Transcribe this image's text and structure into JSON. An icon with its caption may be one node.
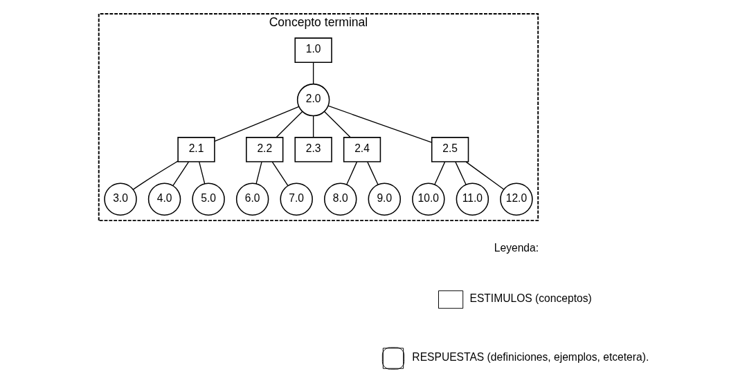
{
  "diagram": {
    "nodes": [
      {
        "text": [
          "Concepto terminal"
        ]
      },
      {
        "text": [
          "1.0"
        ],
        "in": 0
      },
      {
        "text": [
          "2.0"
        ],
        "in": 0
      },
      {
        "text": [
          "2.1"
        ],
        "in": 0
      },
      {
        "text": [
          "2.2"
        ],
        "in": 0
      },
      {
        "text": [
          "2.3"
        ],
        "in": 0
      },
      {
        "text": [
          "2.4"
        ],
        "in": 0
      },
      {
        "text": [
          "2.5"
        ],
        "in": 0
      },
      {
        "text": [
          "3.0"
        ],
        "in": 0
      },
      {
        "text": [
          "4.0"
        ],
        "in": 0
      },
      {
        "text": [
          "5.0"
        ],
        "in": 0
      },
      {
        "text": [
          "6.0"
        ],
        "in": 0
      },
      {
        "text": [
          "7.0"
        ],
        "in": 0
      },
      {
        "text": [
          "8.0"
        ],
        "in": 0
      },
      {
        "text": [
          "9.0"
        ],
        "in": 0
      },
      {
        "text": [
          "10.0"
        ],
        "in": 0
      },
      {
        "text": [
          "11.0"
        ],
        "in": 0
      },
      {
        "text": [
          "12.0"
        ],
        "in": 0
      }
    ],
    "edges": [
      {
        "from": 1,
        "to": 2,
        "arrow": "none"
      },
      {
        "from": 2,
        "to": 3,
        "arrow": "none"
      },
      {
        "from": 2,
        "to": 4,
        "arrow": "none"
      },
      {
        "from": 2,
        "to": 5,
        "arrow": "none"
      },
      {
        "from": 2,
        "to": 6,
        "arrow": "none"
      },
      {
        "from": 2,
        "to": 7,
        "arrow": "none"
      },
      {
        "from": 3,
        "to": 8,
        "arrow": "none"
      },
      {
        "from": 3,
        "to": 9,
        "arrow": "none"
      },
      {
        "from": 3,
        "to": 10,
        "arrow": "none"
      },
      {
        "from": 4,
        "to": 11,
        "arrow": "none"
      },
      {
        "from": 4,
        "to": 12,
        "arrow": "none"
      },
      {
        "from": 6,
        "to": 13,
        "arrow": "none"
      },
      {
        "from": 6,
        "to": 14,
        "arrow": "none"
      },
      {
        "from": 7,
        "to": 15,
        "arrow": "none"
      },
      {
        "from": 7,
        "to": 16,
        "arrow": "none"
      },
      {
        "from": 7,
        "to": 17,
        "arrow": "none"
      }
    ],
    "labels": [
      "Leyenda:"
    ],
    "legend": [
      {
        "text": "ESTIMULOS (conceptos)"
      },
      {
        "text": "RESPUESTAS (definiciones, ejemplos, etcetera)."
      }
    ]
  }
}
